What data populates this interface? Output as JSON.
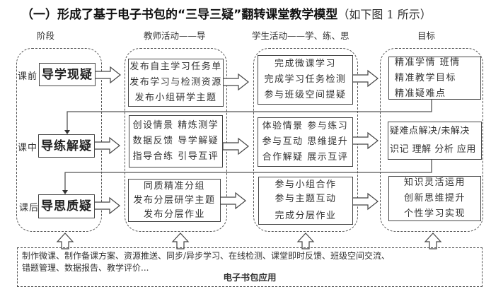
{
  "title": {
    "main": "（一）形成了基于电子书包的“三导三疑”翻转课堂教学模型",
    "note": "（如下图 1 所示）"
  },
  "headers": {
    "stage": "阶段",
    "teacher": "教师活动——导",
    "student": "学生活动——学、练、思",
    "goal": "目标"
  },
  "rows": [
    {
      "phase": "课前",
      "stage": "导学现疑",
      "teacher": [
        "发布自主学习任务单",
        "发布学习与检测资源",
        "发布小组研学主题"
      ],
      "student": [
        "完成微课学习",
        "完成学习任务检测",
        "参与班级空间提疑"
      ],
      "goal": [
        "精准学情 班情",
        "精准教学目标",
        "精准疑难点"
      ]
    },
    {
      "phase": "课中",
      "stage": "导练解疑",
      "teacher": [
        "创设情景 精炼测学",
        "数据反馈 导学解疑",
        "指导合练 引导互评"
      ],
      "student": [
        "体验情景 参与练习",
        "参与互动 思维提升",
        "合作解疑 展示互评"
      ],
      "goal": [
        "疑难点解决/未解决",
        "识记 理解 分析 应用"
      ]
    },
    {
      "phase": "课后",
      "stage": "导思质疑",
      "teacher": [
        "同质精准分组",
        "发布分层研学主题",
        "发布分层作业"
      ],
      "student": [
        "参与小组合作",
        "参与主题互动",
        "完成分层作业"
      ],
      "goal": [
        "知识灵活运用",
        "创新思维提升",
        "个性学习实现"
      ]
    }
  ],
  "bottom": {
    "line1": "制作微课、制作备课方案、资源推送、同步/异步学习、在线检测、课堂即时反馈、班级空间交流、",
    "line2": "错题管理、数据报告、教学评价...",
    "caption": "电子书包应用"
  }
}
